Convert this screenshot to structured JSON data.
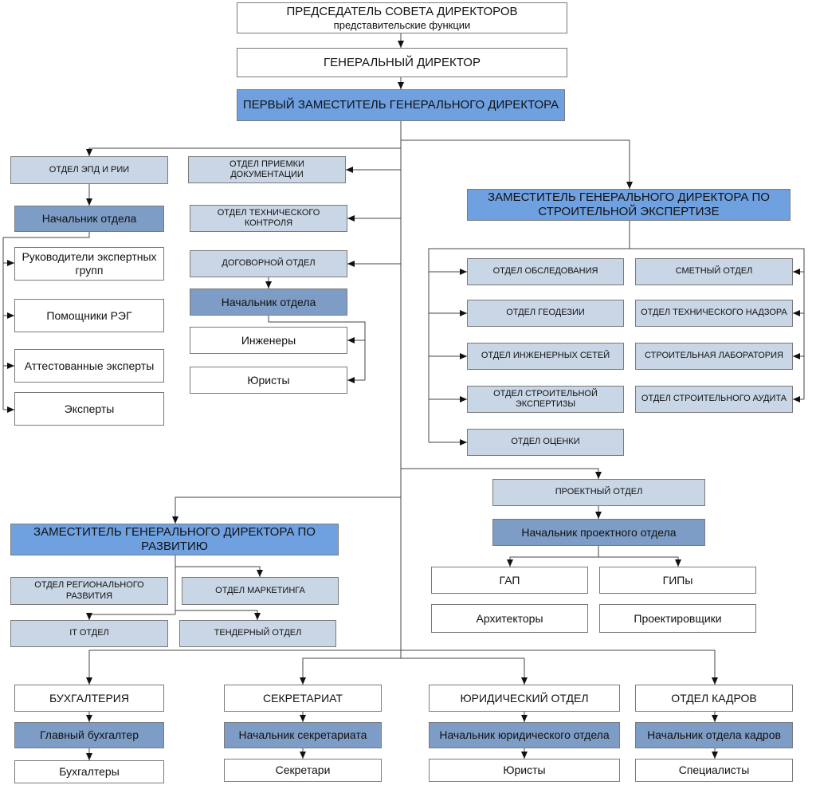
{
  "top": {
    "chairman": "ПРЕДСЕДАТЕЛЬ СОВЕТА ДИРЕКТОРОВ",
    "chairman_sub": "представительские функции",
    "general_director": "ГЕНЕРАЛЬНЫЙ ДИРЕКТОР",
    "first_deputy": "ПЕРВЫЙ ЗАМЕСТИТЕЛЬ ГЕНЕРАЛЬНОГО ДИРЕКТОРА"
  },
  "epd": {
    "dept": "ОТДЕЛ ЭПД И РИИ",
    "head": "Начальник отдела",
    "items": [
      "Руководители экспертных групп",
      "Помощники РЭГ",
      "Аттестованные эксперты",
      "Эксперты"
    ]
  },
  "center": {
    "docs": "ОТДЕЛ ПРИЕМКИ ДОКУМЕНТАЦИИ",
    "tech_control": "ОТДЕЛ ТЕХНИЧЕСКОГО КОНТРОЛЯ",
    "contract": "ДОГОВОРНОЙ ОТДЕЛ",
    "contract_head": "Начальник отдела",
    "engineers": "Инженеры",
    "lawyers": "Юристы"
  },
  "construction": {
    "deputy": "ЗАМЕСТИТЕЛЬ ГЕНЕРАЛЬНОГО ДИРЕКТОРА ПО СТРОИТЕЛЬНОЙ ЭКСПЕРТИЗЕ",
    "left": [
      "ОТДЕЛ ОБСЛЕДОВАНИЯ",
      "ОТДЕЛ ГЕОДЕЗИИ",
      "ОТДЕЛ ИНЖЕНЕРНЫХ СЕТЕЙ",
      "ОТДЕЛ СТРОИТЕЛЬНОЙ ЭКСПЕРТИЗЫ",
      "ОТДЕЛ ОЦЕНКИ"
    ],
    "right": [
      "СМЕТНЫЙ ОТДЕЛ",
      "ОТДЕЛ ТЕХНИЧЕСКОГО НАДЗОРА",
      "СТРОИТЕЛЬНАЯ ЛАБОРАТОРИЯ",
      "ОТДЕЛ СТРОИТЕЛЬНОГО АУДИТА"
    ]
  },
  "project": {
    "dept": "ПРОЕКТНЫЙ ОТДЕЛ",
    "head": "Начальник проектного отдела",
    "gap": "ГАП",
    "gips": "ГИПы",
    "architects": "Архитекторы",
    "designers": "Проектировщики"
  },
  "development": {
    "deputy": "ЗАМЕСТИТЕЛЬ ГЕНЕРАЛЬНОГО ДИРЕКТОРА ПО РАЗВИТИЮ",
    "regional": "ОТДЕЛ РЕГИОНАЛЬНОГО РАЗВИТИЯ",
    "marketing": "ОТДЕЛ МАРКЕТИНГА",
    "it": "IT ОТДЕЛ",
    "tender": "ТЕНДЕРНЫЙ ОТДЕЛ"
  },
  "bottom": {
    "accounting": {
      "dept": "БУХГАЛТЕРИЯ",
      "head": "Главный бухгалтер",
      "staff": "Бухгалтеры"
    },
    "secretariat": {
      "dept": "СЕКРЕТАРИАТ",
      "head": "Начальник секретариата",
      "staff": "Секретари"
    },
    "legal": {
      "dept": "ЮРИДИЧЕСКИЙ ОТДЕЛ",
      "head": "Начальник юридического отдела",
      "staff": "Юристы"
    },
    "hr": {
      "dept": "ОТДЕЛ КАДРОВ",
      "head": "Начальник отдела кадров",
      "staff": "Специалисты"
    }
  }
}
